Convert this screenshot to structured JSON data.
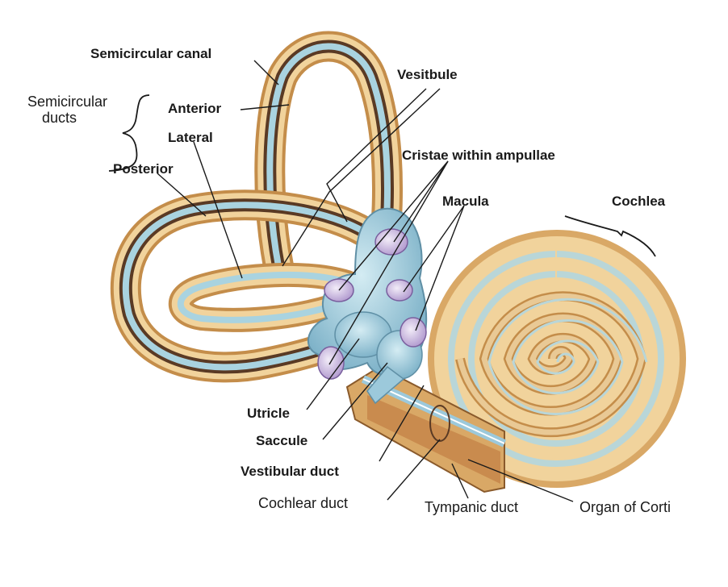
{
  "labels": {
    "semicircular_canal": "Semicircular canal",
    "semicircular_ducts_line1": "Semicircular",
    "semicircular_ducts_line2": "ducts",
    "anterior": "Anterior",
    "lateral": "Lateral",
    "posterior": "Posterior",
    "vestibule": "Vesitbule",
    "cristae": "Cristae within ampullae",
    "macula": "Macula",
    "cochlea": "Cochlea",
    "utricle": "Utricle",
    "saccule": "Saccule",
    "vestibular_duct": "Vestibular duct",
    "cochlear_duct": "Cochlear duct",
    "tympanic_duct": "Tympanic duct",
    "organ_of_corti": "Organ of Corti"
  },
  "colors": {
    "bone_outer": "#d9a866",
    "bone_light": "#f1d39c",
    "brown_layer": "#5a3a24",
    "membrane_blue": "#a9d3e0",
    "sac_blue": "#9cc9db",
    "ampulla_purple": "#d7c6e6",
    "cochlea_tan": "#e9c995",
    "cochlea_blue": "#b9d6d8"
  }
}
